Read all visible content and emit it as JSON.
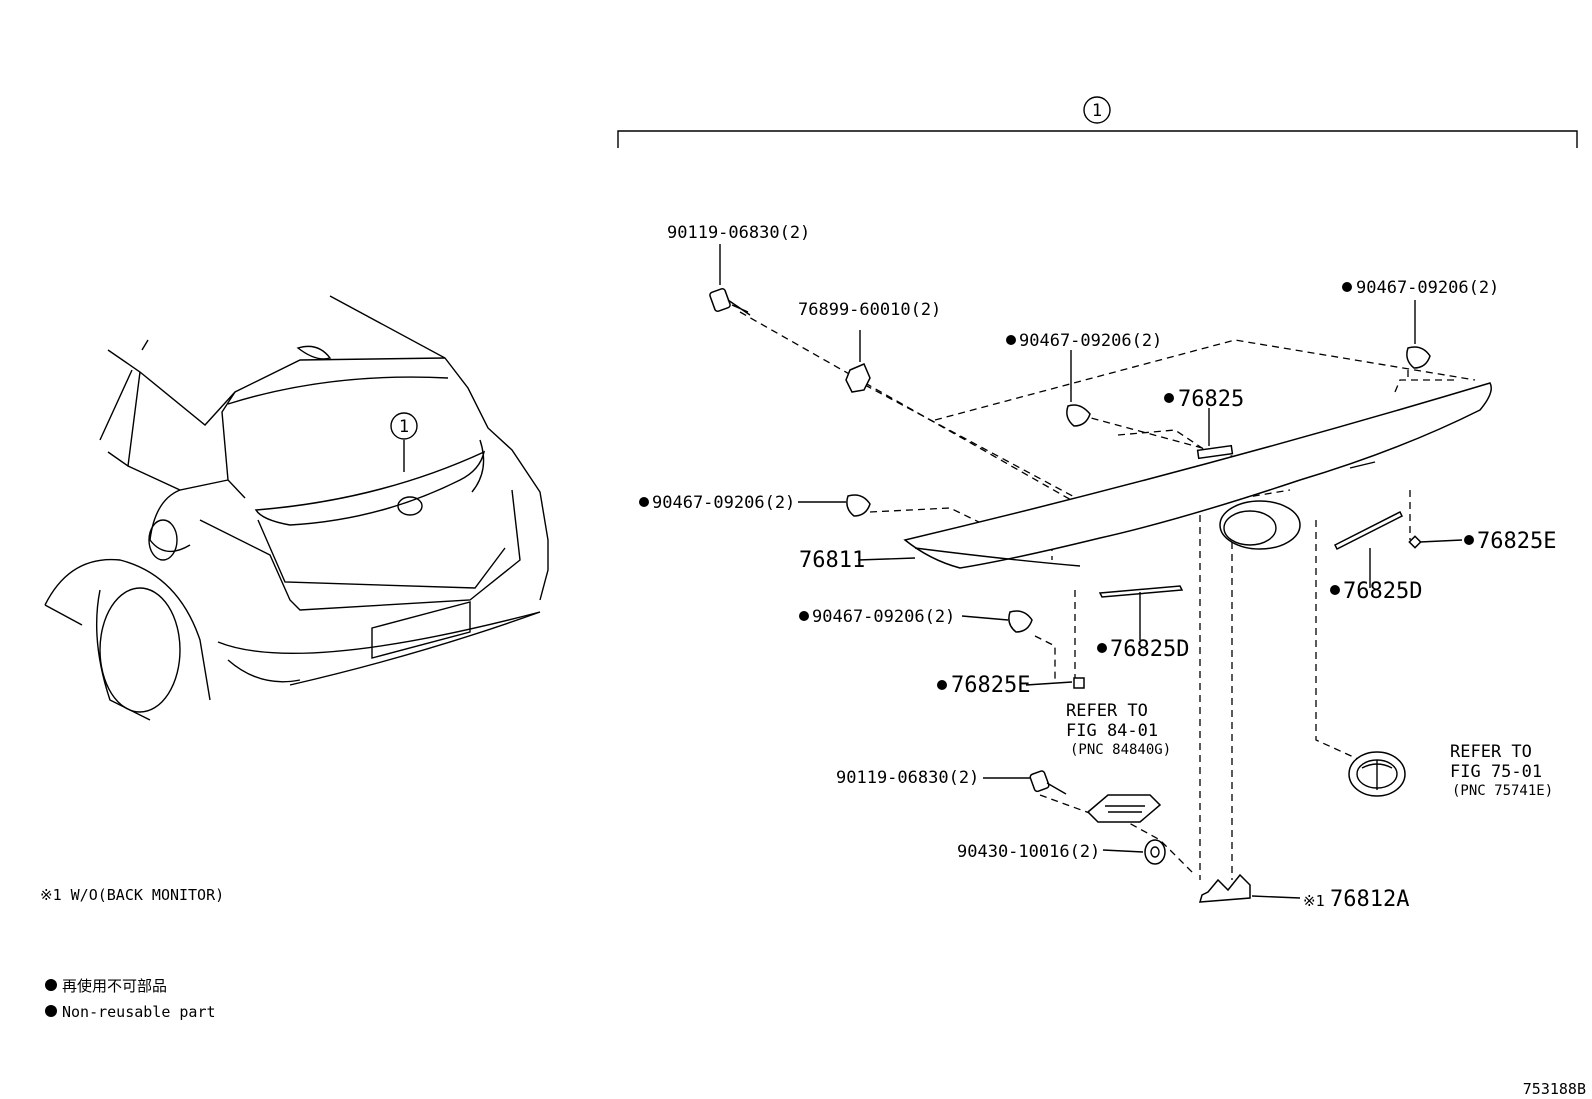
{
  "callout_main": "1",
  "callout_car": "1",
  "labels": {
    "bolt_top": "90119-06830(2)",
    "clip_76899": "76899-60010(2)",
    "clip_mid": "90467-09206(2)",
    "clip_right": "90467-09206(2)",
    "clip_left": "90467-09206(2)",
    "part_76825": "76825",
    "part_76811": "76811",
    "part_76825e_right": "76825E",
    "part_76825d_right": "76825D",
    "clip_lower": "90467-09206(2)",
    "part_76825d_mid": "76825D",
    "part_76825e_left": "76825E",
    "refer_84_line1": "REFER TO",
    "refer_84_line2": "FIG 84-01",
    "refer_84_line3": "(PNC 84840G)",
    "bolt_lower": "90119-06830(2)",
    "washer": "90430-10016(2)",
    "refer_75_line1": "REFER TO",
    "refer_75_line2": "FIG 75-01",
    "refer_75_line3": "(PNC 75741E)",
    "part_76812a": "76812A",
    "part_76812a_prefix": "※1"
  },
  "notes": {
    "footnote": "※1 W/O(BACK MONITOR)",
    "legend_jp": "再使用不可部品",
    "legend_en": "Non-reusable part"
  },
  "figure_id": "753188B"
}
